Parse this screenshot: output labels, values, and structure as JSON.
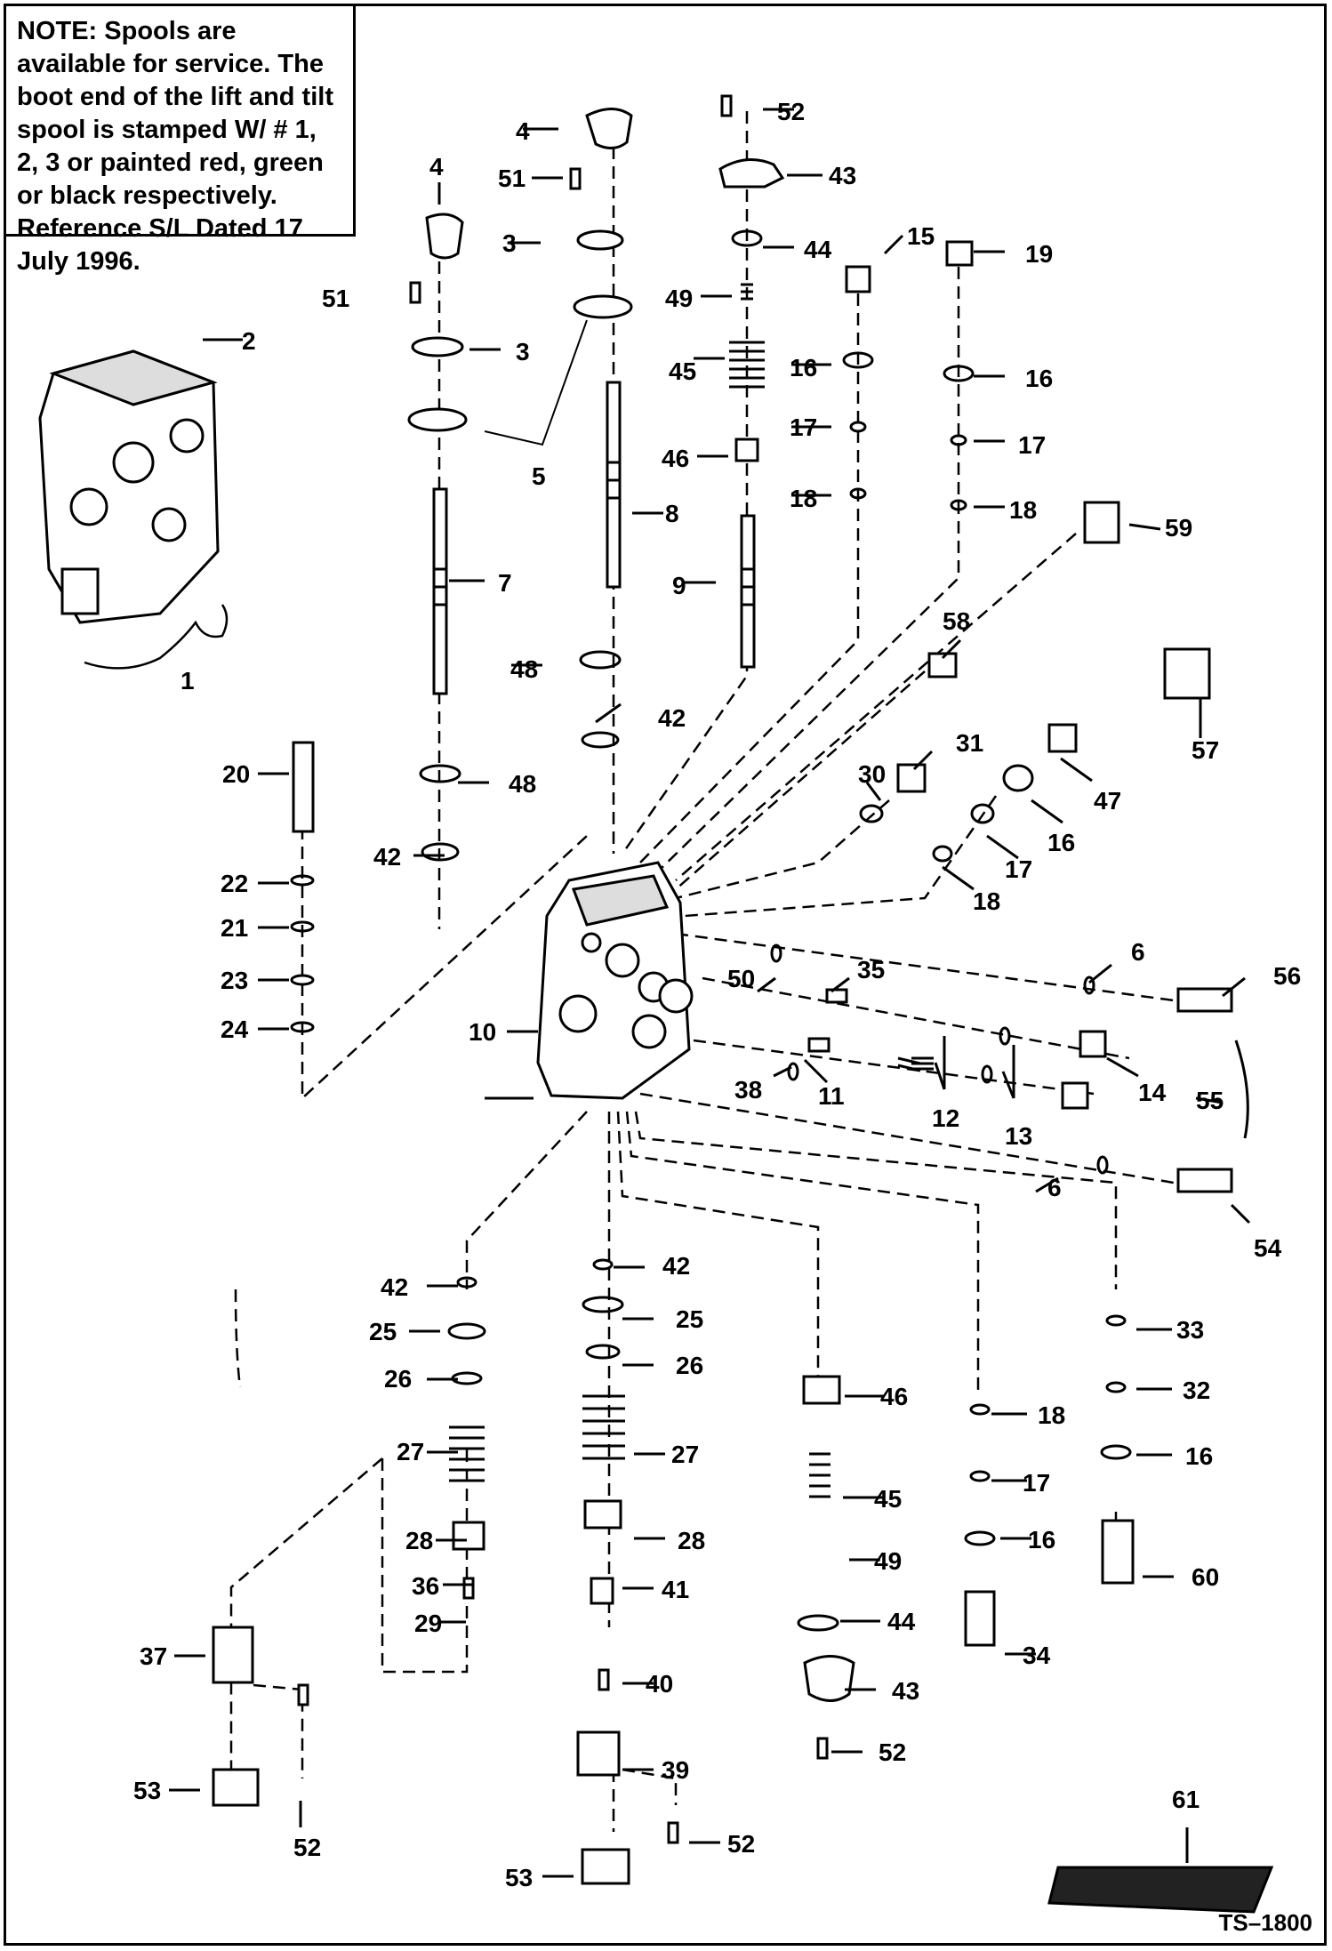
{
  "note": {
    "label": "NOTE:",
    "text": "Spools are available for service. The boot end of the lift and tilt spool is stamped W/ # 1, 2, 3 or painted red, green or black respectively. Reference S/L Dated 17 July 1996."
  },
  "drawing_code": "TS–1800",
  "callouts": {
    "c1": "1",
    "c2": "2",
    "c3a": "3",
    "c3b": "3",
    "c4a": "4",
    "c4b": "4",
    "c5": "5",
    "c6a": "6",
    "c6b": "6",
    "c7": "7",
    "c8": "8",
    "c9": "9",
    "c10": "10",
    "c11": "11",
    "c12": "12",
    "c13": "13",
    "c14": "14",
    "c15": "15",
    "c16a": "16",
    "c16b": "16",
    "c16c": "16",
    "c16d": "16",
    "c16e": "16",
    "c17a": "17",
    "c17b": "17",
    "c17c": "17",
    "c17d": "17",
    "c18a": "18",
    "c18b": "18",
    "c18c": "18",
    "c18d": "18",
    "c19": "19",
    "c20": "20",
    "c21": "21",
    "c22": "22",
    "c23": "23",
    "c24": "24",
    "c25a": "25",
    "c25b": "25",
    "c26a": "26",
    "c26b": "26",
    "c27a": "27",
    "c27b": "27",
    "c28a": "28",
    "c28b": "28",
    "c29": "29",
    "c30": "30",
    "c31": "31",
    "c32": "32",
    "c33": "33",
    "c34": "34",
    "c35": "35",
    "c36": "36",
    "c37": "37",
    "c38": "38",
    "c39": "39",
    "c40": "40",
    "c41": "41",
    "c42a": "42",
    "c42b": "42",
    "c42c": "42",
    "c42d": "42",
    "c43a": "43",
    "c43b": "43",
    "c44a": "44",
    "c44b": "44",
    "c45a": "45",
    "c45b": "45",
    "c46a": "46",
    "c46b": "46",
    "c47": "47",
    "c48a": "48",
    "c48b": "48",
    "c49a": "49",
    "c49b": "49",
    "c50": "50",
    "c51a": "51",
    "c51b": "51",
    "c52a": "52",
    "c52b": "52",
    "c52c": "52",
    "c52d": "52",
    "c53a": "53",
    "c53b": "53",
    "c54": "54",
    "c55": "55",
    "c56": "56",
    "c57": "57",
    "c58": "58",
    "c59": "59",
    "c60": "60",
    "c61": "61"
  }
}
